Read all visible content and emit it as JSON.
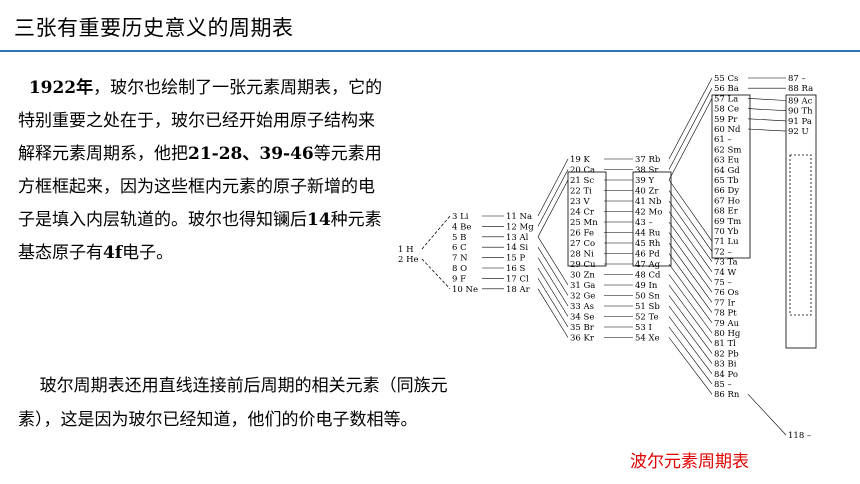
{
  "title": "三张有重要历史意义的周期表",
  "para1": {
    "year": "1922年",
    "t1": "，玻尔也绘制了一张元素周期表，它的特别重要之处在于，玻尔已经开始用原子结构来解释元素周期系，他把",
    "range": "21-28、39-46",
    "t2": "等元素用方框框起来，因为这些框内元素的原子新增的电子是填入内层轨道的。玻尔也得知镧后",
    "n14": "14",
    "t3": "种元素基态原子有",
    "f4": "4f",
    "t4": "电子。"
  },
  "para2": "玻尔周期表还用直线连接前后周期的相关元素（同族元素），这是因为玻尔已经知道，他们的价电子数相等。",
  "caption": "波尔元素周期表",
  "caption_color": "#e00000",
  "accent_color": "#2e75b6",
  "table": {
    "col1": [
      "1 H",
      "2 He"
    ],
    "col2": [
      "3 Li",
      "4 Be",
      "5 B",
      "6 C",
      "7 N",
      "8 O",
      "9 F",
      "10 Ne"
    ],
    "col3": [
      "11 Na",
      "12 Mg",
      "13 Al",
      "14 Si",
      "15 P",
      "16 S",
      "17 Cl",
      "18 Ar"
    ],
    "col4": [
      "19 K",
      "20 Ca",
      "21 Sc",
      "22 Ti",
      "23 V",
      "24 Cr",
      "25 Mn",
      "26 Fe",
      "27 Co",
      "28 Ni",
      "29 Cu",
      "30 Zn",
      "31 Ga",
      "32 Ge",
      "33 As",
      "34 Se",
      "35 Br",
      "36 Kr"
    ],
    "col5": [
      "37 Rb",
      "38 Sr",
      "39 Y",
      "40 Zr",
      "41 Nb",
      "42 Mo",
      "43 –",
      "44 Ru",
      "45 Rh",
      "46 Pd",
      "47 Ag",
      "48 Cd",
      "49 In",
      "50 Sn",
      "51 Sb",
      "52 Te",
      "53 I",
      "54 Xe"
    ],
    "col6": [
      "55 Cs",
      "56 Ba",
      "57 La",
      "58 Ce",
      "59 Pr",
      "60 Nd",
      "61 –",
      "62 Sm",
      "63 Eu",
      "64 Gd",
      "65 Tb",
      "66 Dy",
      "67 Ho",
      "68 Er",
      "69 Tm",
      "70 Yb",
      "71 Lu",
      "72 –",
      "73 Ta",
      "74 W",
      "75 –",
      "76 Os",
      "77 Ir",
      "78 Pt",
      "79 Au",
      "80 Hg",
      "81 Tl",
      "82 Pb",
      "83 Bi",
      "84 Po",
      "85 –",
      "86 Rn"
    ],
    "col7": [
      "87 –",
      "88 Ra",
      "89 Ac",
      "90 Th",
      "91 Pa",
      "92 U",
      "118 –"
    ]
  }
}
